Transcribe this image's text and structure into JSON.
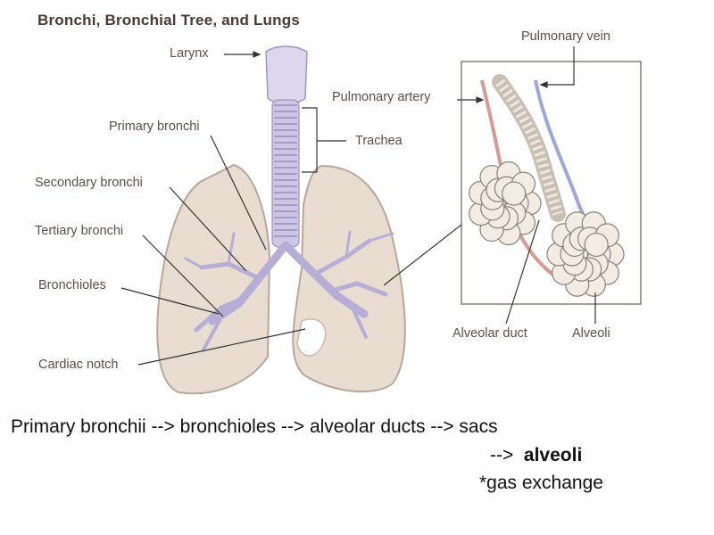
{
  "title": "Bronchi, Bronchial Tree, and Lungs",
  "labels": {
    "larynx": "Larynx",
    "primary_bronchi": "Primary bronchi",
    "secondary_bronchi": "Secondary bronchi",
    "tertiary_bronchi": "Tertiary bronchi",
    "bronchioles": "Bronchioles",
    "cardiac_notch": "Cardiac notch",
    "trachea": "Trachea",
    "pulmonary_artery": "Pulmonary artery",
    "pulmonary_vein": "Pulmonary vein",
    "alveolar_duct": "Alveolar duct",
    "alveoli": "Alveoli"
  },
  "caption": {
    "line1": "Primary bronchii --> bronchioles --> alveolar ducts -->  sacs",
    "line2_prefix": "-->",
    "line2_bold": "alveoli",
    "line3": "*gas exchange"
  },
  "colors": {
    "lung_fill": "#e9ddd1",
    "lung_stroke": "#b9a79a",
    "bronchi": "#b7aed6",
    "artery": "#d79a95",
    "vein": "#9fa6d9",
    "alveoli_fill": "#f3ece4",
    "label_text": "#5b4f4b"
  }
}
